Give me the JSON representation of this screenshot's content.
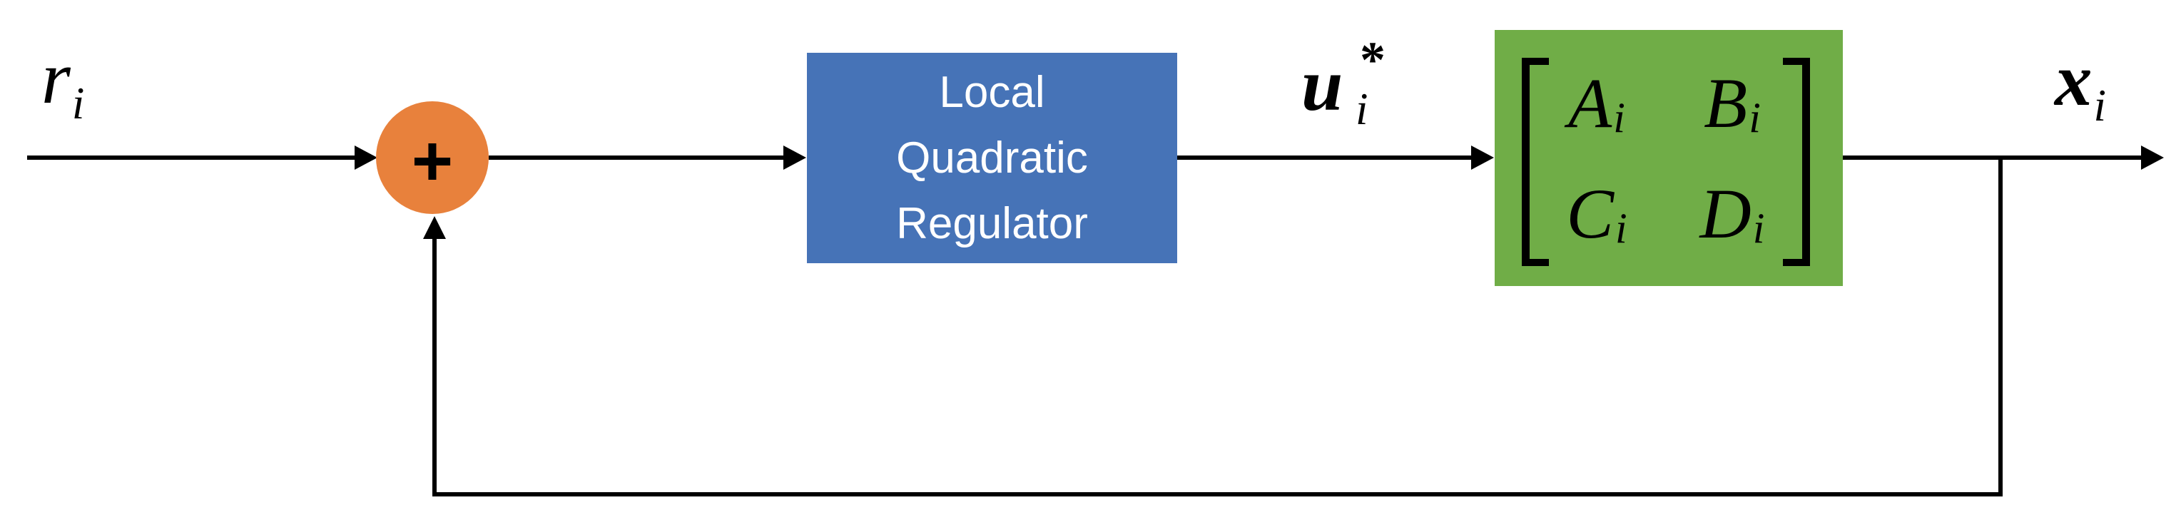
{
  "signals": {
    "reference": {
      "base": "r",
      "sub": "i"
    },
    "control": {
      "base": "u",
      "sup": "*",
      "sub": "i"
    },
    "state": {
      "base": "x",
      "sub": "i"
    }
  },
  "summing_junction": {
    "operator": "+",
    "fill_color": "#E8813C"
  },
  "regulator_block": {
    "label": "Local Quadratic Regulator",
    "lines": [
      "Local",
      "Quadratic",
      "Regulator"
    ],
    "fill_color": "#4673B7",
    "text_color": "#FFFFFF"
  },
  "plant_block": {
    "fill_color": "#70AD47",
    "matrix": {
      "rows": [
        [
          {
            "base": "A",
            "sub": "i"
          },
          {
            "base": "B",
            "sub": "i"
          }
        ],
        [
          {
            "base": "C",
            "sub": "i"
          },
          {
            "base": "D",
            "sub": "i"
          }
        ]
      ]
    }
  },
  "connector_color": "#000000",
  "background_color": "#FFFFFF"
}
